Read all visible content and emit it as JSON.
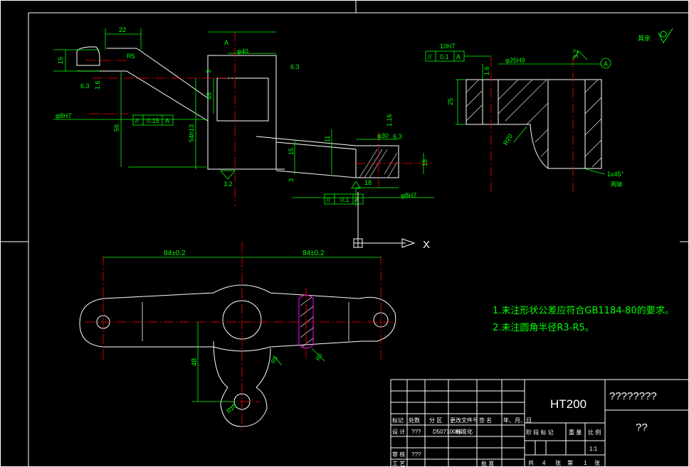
{
  "colors": {
    "background": "#000000",
    "outline": "#ffffff",
    "dimension": "#00ff00",
    "center": "#ff0000",
    "hatch": "#ffffff",
    "note": "#00ff00",
    "highlight": "#ff00ff"
  },
  "roughness": {
    "label": "其余",
    "symbol": "✓"
  },
  "views": {
    "top_left": {
      "dims": {
        "d22": "22",
        "r5": "R5",
        "d15": "15",
        "d63a": "6.3",
        "d16": "1.6",
        "d8h7": "φ8H7",
        "d58": "58",
        "tol015": "0.15",
        "d54h13": "54h13",
        "d45": "45",
        "dA": "A",
        "d40": "φ40",
        "d63b": "6.3",
        "d3": "3",
        "d32": "3.2",
        "d15b": "15",
        "d3b": "3",
        "d11": "11",
        "d30": "φ30",
        "d63c": "6.3",
        "d116": "1.16",
        "d15c": "15",
        "d18": "18",
        "d8h7b": "φ8H7",
        "tol01": "0.1",
        "dA2": "A"
      }
    },
    "top_right": {
      "dims": {
        "d10h7": "10H7",
        "tol01": "0.1",
        "dA": "A",
        "d25h9": "φ25H9",
        "d32": "3.2",
        "dA2": "A",
        "d16": "1.6",
        "d25": "25",
        "r20": "R20",
        "chamfer": "1x45°",
        "chamfer_note": "两端"
      }
    },
    "bottom": {
      "dims": {
        "d84a": "84±0.2",
        "d84b": "84±0.2",
        "d48": "48",
        "r5": "R5",
        "r10": "R10",
        "r5b": "R5"
      },
      "axis_x": "X"
    }
  },
  "notes": [
    "1.未注形状公差应符合GB1184-80的要求。",
    "2.未注圆角半径R3-R5。"
  ],
  "title_block": {
    "material": "HT200",
    "name": "????????",
    "code": "??",
    "header_cells": [
      "标记",
      "处数",
      "分 区",
      "更改文件号",
      "签 名",
      "年、月、日"
    ],
    "row2": [
      "设 计",
      "???",
      "D50710066",
      "标准化"
    ],
    "stage_header": [
      "阶 段 标 记",
      "重 量",
      "比 例"
    ],
    "scale": "1:1",
    "row_review": [
      "审 核",
      "???"
    ],
    "row_process": [
      "工 艺",
      "批 准"
    ],
    "sheet": [
      "共",
      "4",
      "张",
      "第",
      "1",
      "张"
    ]
  }
}
